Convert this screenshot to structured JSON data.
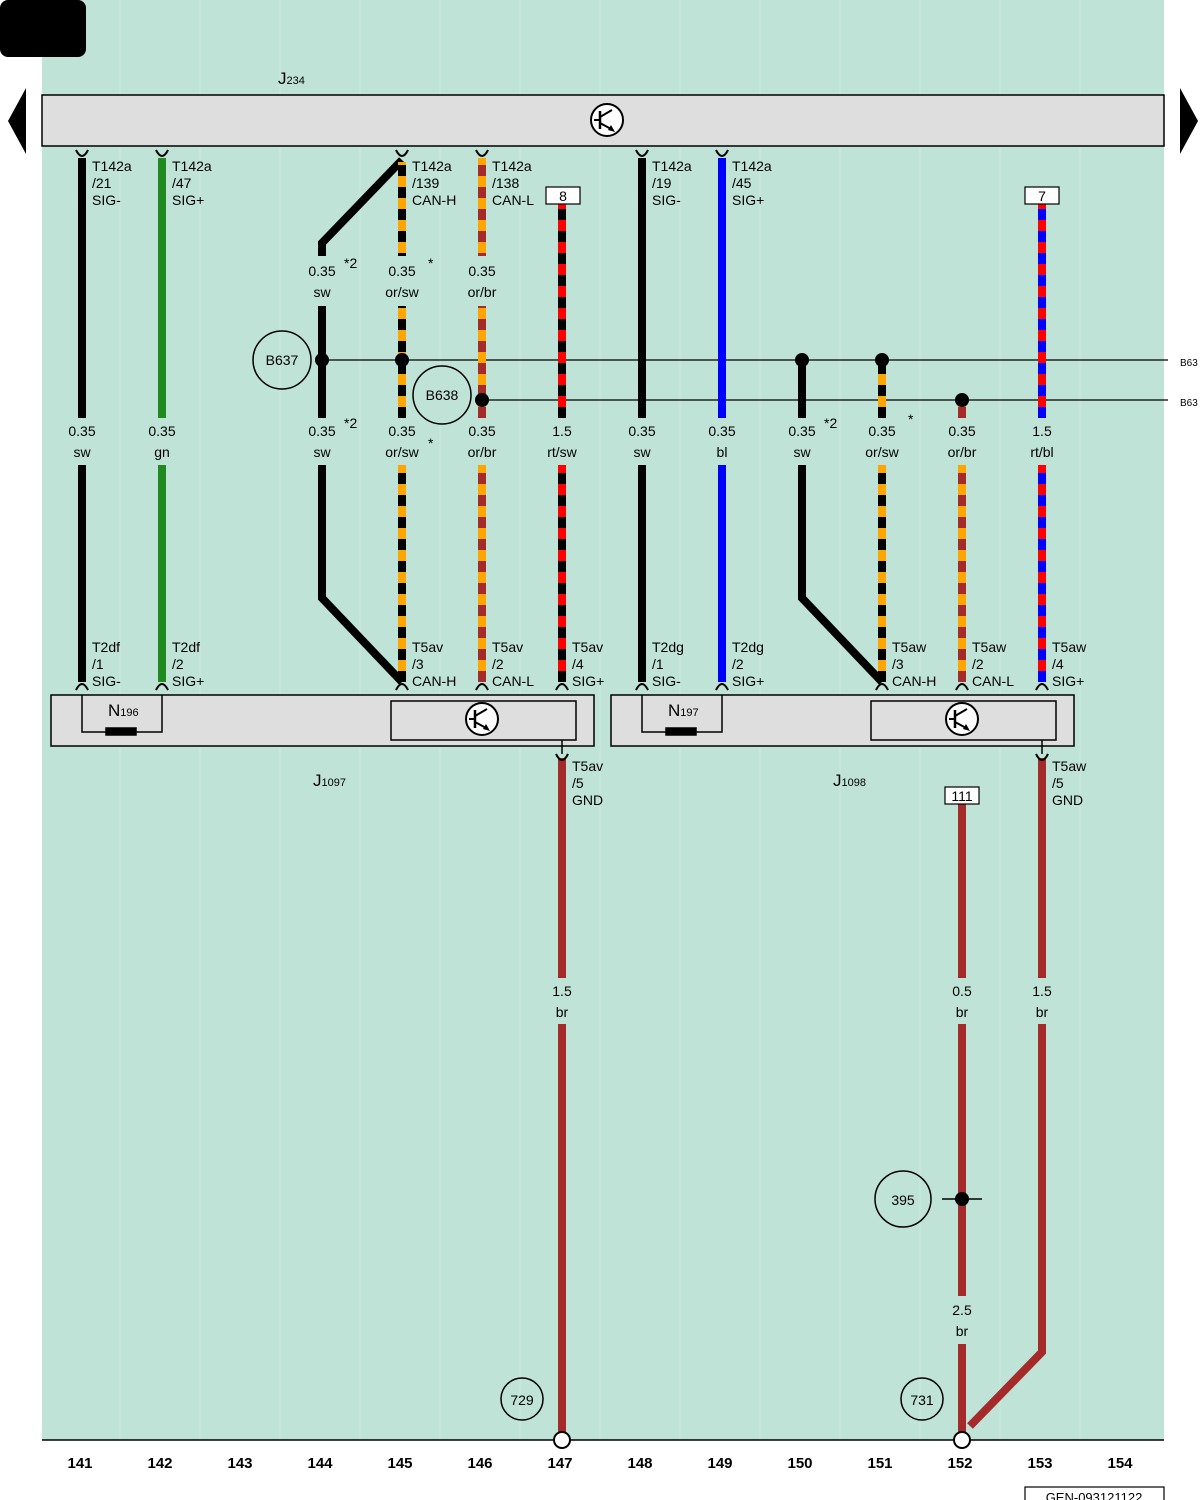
{
  "colors": {
    "background": "#bfe3d6",
    "module": "#dedede",
    "sw": "#000000",
    "gn": "#1f8a1f",
    "bl": "#0000ff",
    "or": "#ffa500",
    "br": "#a52a2a",
    "rt": "#ff0000"
  },
  "top_module": {
    "prefix": "J",
    "num": "234"
  },
  "bus_labels": [
    "B63",
    "B63"
  ],
  "splices": [
    "B637",
    "B638"
  ],
  "modules": [
    {
      "prefix": "J",
      "num": "1097"
    },
    {
      "prefix": "J",
      "num": "1098"
    }
  ],
  "sensors": [
    {
      "prefix": "N",
      "num": "196"
    },
    {
      "prefix": "N",
      "num": "197"
    }
  ],
  "top_pins": [
    {
      "conn": "T142a",
      "pin": "/21",
      "sig": "SIG-"
    },
    {
      "conn": "T142a",
      "pin": "/47",
      "sig": "SIG+"
    },
    {
      "conn": "T142a",
      "pin": "/139",
      "sig": "CAN-H"
    },
    {
      "conn": "T142a",
      "pin": "/138",
      "sig": "CAN-L"
    },
    {
      "conn": "T142a",
      "pin": "/19",
      "sig": "SIG-"
    },
    {
      "conn": "T142a",
      "pin": "/45",
      "sig": "SIG+"
    }
  ],
  "bottom_pins": [
    {
      "conn": "T2df",
      "pin": "/1",
      "sig": "SIG-"
    },
    {
      "conn": "T2df",
      "pin": "/2",
      "sig": "SIG+"
    },
    {
      "conn": "T5av",
      "pin": "/3",
      "sig": "CAN-H"
    },
    {
      "conn": "T5av",
      "pin": "/2",
      "sig": "CAN-L"
    },
    {
      "conn": "T5av",
      "pin": "/4",
      "sig": "SIG+"
    },
    {
      "conn": "T2dg",
      "pin": "/1",
      "sig": "SIG-"
    },
    {
      "conn": "T2dg",
      "pin": "/2",
      "sig": "SIG+"
    },
    {
      "conn": "T5aw",
      "pin": "/3",
      "sig": "CAN-H"
    },
    {
      "conn": "T5aw",
      "pin": "/2",
      "sig": "CAN-L"
    },
    {
      "conn": "T5aw",
      "pin": "/4",
      "sig": "SIG+"
    },
    {
      "conn": "T5av",
      "pin": "/5",
      "sig": "GND"
    },
    {
      "conn": "T5aw",
      "pin": "/5",
      "sig": "GND"
    }
  ],
  "fuse_refs": [
    "8",
    "7",
    "111"
  ],
  "wire_labels": [
    {
      "size": "0.35",
      "color": "sw",
      "note": "*2"
    },
    {
      "size": "0.35",
      "color": "or/sw",
      "note": "*"
    },
    {
      "size": "0.35",
      "color": "or/br",
      "note": ""
    },
    {
      "size": "0.35",
      "color": "sw",
      "note": ""
    },
    {
      "size": "0.35",
      "color": "gn",
      "note": ""
    },
    {
      "size": "0.35",
      "color": "sw",
      "note": "*2"
    },
    {
      "size": "0.35",
      "color": "or/sw",
      "note": "*"
    },
    {
      "size": "0.35",
      "color": "or/br",
      "note": ""
    },
    {
      "size": "1.5",
      "color": "rt/sw",
      "note": ""
    },
    {
      "size": "0.35",
      "color": "sw",
      "note": ""
    },
    {
      "size": "0.35",
      "color": "bl",
      "note": ""
    },
    {
      "size": "0.35",
      "color": "sw",
      "note": "*2"
    },
    {
      "size": "0.35",
      "color": "or/sw",
      "note": "*"
    },
    {
      "size": "0.35",
      "color": "or/br",
      "note": ""
    },
    {
      "size": "1.5",
      "color": "rt/bl",
      "note": ""
    },
    {
      "size": "1.5",
      "color": "br",
      "note": ""
    },
    {
      "size": "0.5",
      "color": "br",
      "note": ""
    },
    {
      "size": "1.5",
      "color": "br",
      "note": ""
    },
    {
      "size": "2.5",
      "color": "br",
      "note": ""
    }
  ],
  "ground_refs": [
    "395",
    "729",
    "731"
  ],
  "columns": [
    "141",
    "142",
    "143",
    "144",
    "145",
    "146",
    "147",
    "148",
    "149",
    "150",
    "151",
    "152",
    "153",
    "154"
  ],
  "doc_id": "GEN-093121122"
}
